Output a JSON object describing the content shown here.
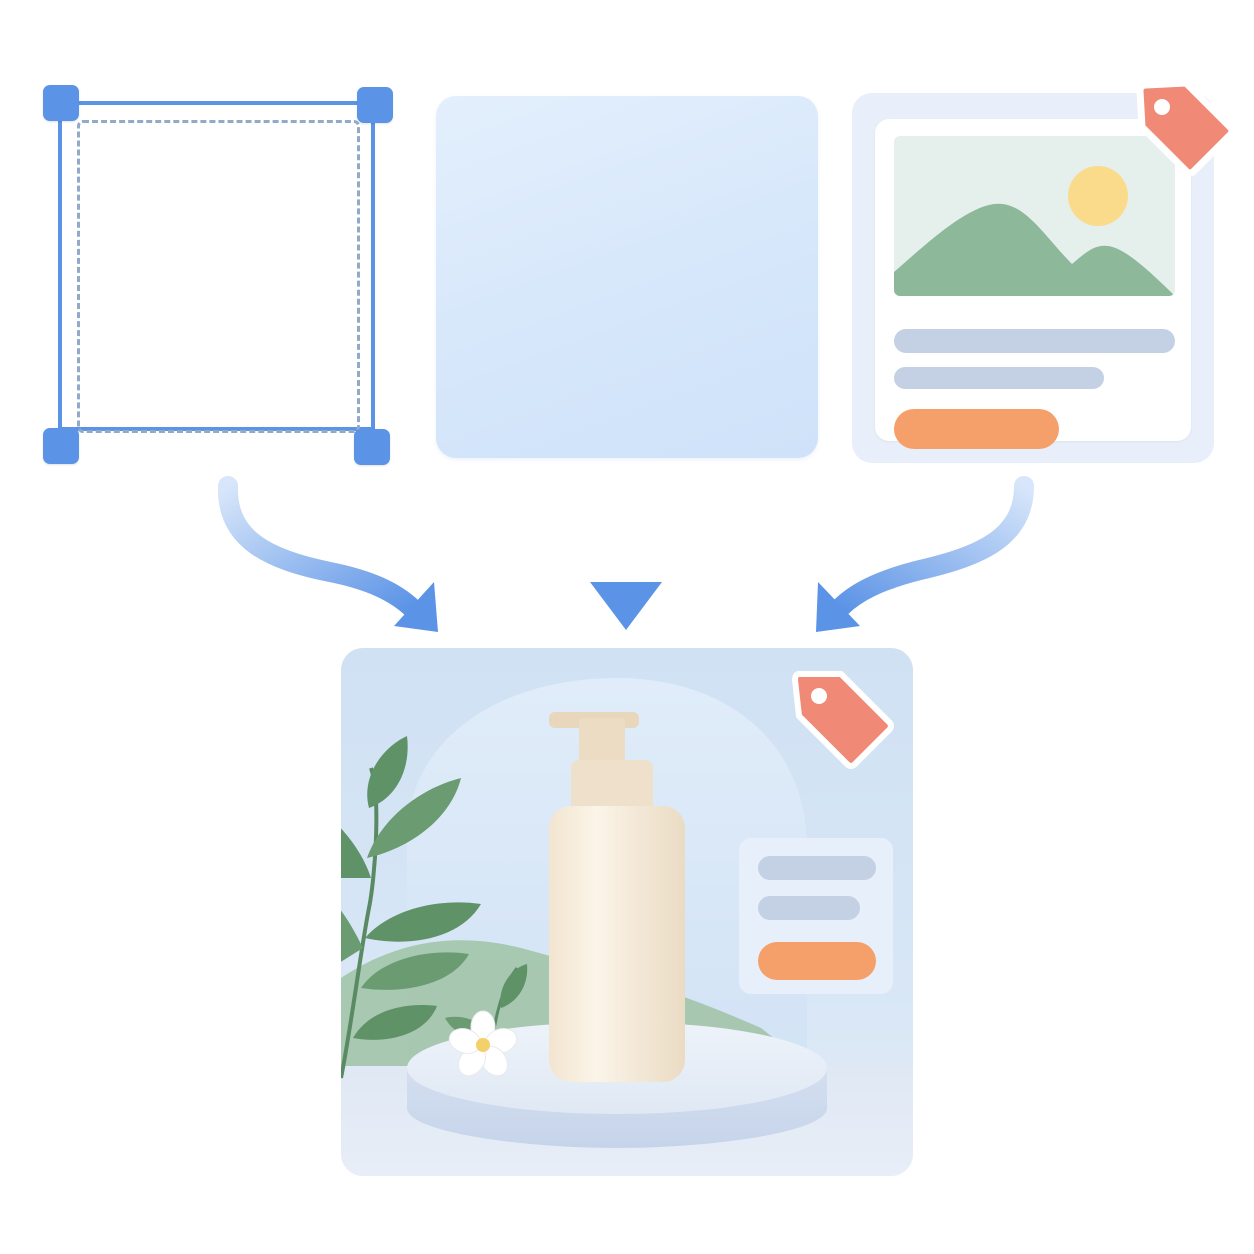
{
  "diagram": {
    "inputs": [
      {
        "id": "selection-frame",
        "icon": "selection-frame-icon"
      },
      {
        "id": "background",
        "icon": "blank-background-swatch"
      },
      {
        "id": "layout-template",
        "icon": "image-placeholder-icon",
        "badge": "price-tag-icon"
      }
    ],
    "output": {
      "id": "composite-product-ad",
      "subject": "pump-bottle-on-podium",
      "decor": [
        "leaf-icon",
        "flower-icon"
      ],
      "badge": "price-tag-icon"
    },
    "colors": {
      "accent_blue": "#5b93e6",
      "tag": "#f08975",
      "button": "#f5a06a",
      "text_bar": "#c4d1e4",
      "mountain": "#8eb89a",
      "sun": "#fadb8c",
      "bottle": "#f6ecdc",
      "leaf": "#5f9267"
    }
  }
}
